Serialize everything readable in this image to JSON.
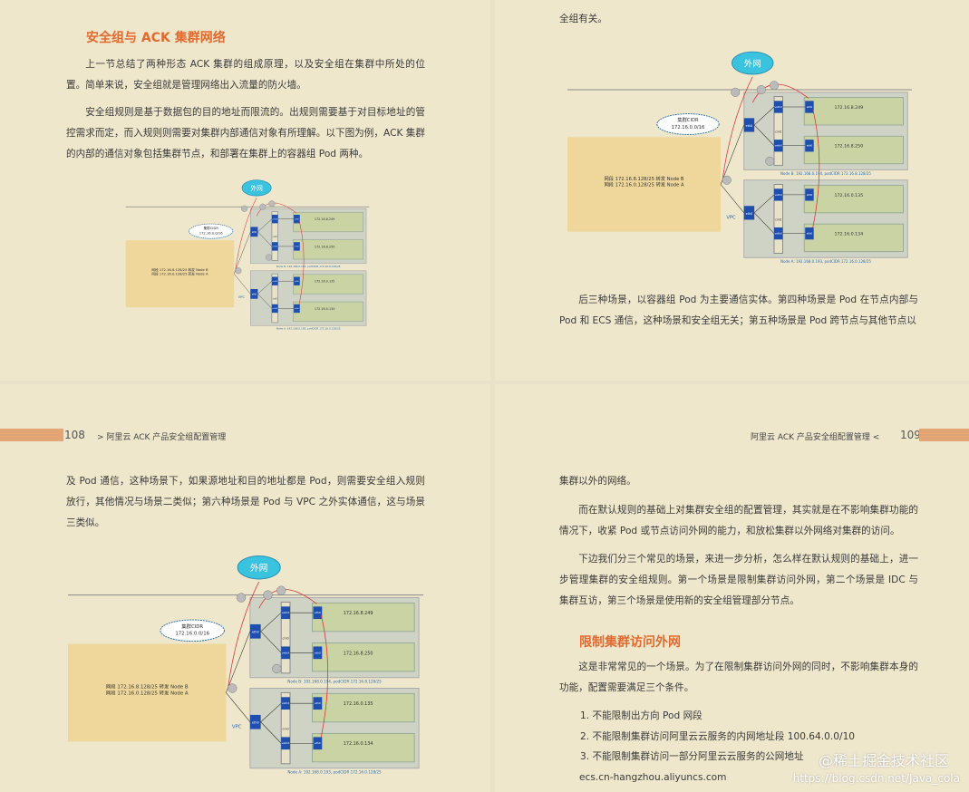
{
  "p1": {
    "heading": "安全组与 ACK 集群网络",
    "para1": "上一节总结了两种形态 ACK 集群的组成原理，以及安全组在集群中所处的位置。简单来说，安全组就是管理网络出入流量的防火墙。",
    "para2": "安全组规则是基于数据包的目的地址而限流的。出规则需要基于对目标地址的管控需求而定，而入规则则需要对集群内部通信对象有所理解。以下图为例，ACK 集群的内部的通信对象包括集群节点，和部署在集群上的容器组 Pod 两种。"
  },
  "p2": {
    "top_text": "全组有关。",
    "para1": "后三种场景，以容器组 Pod 为主要通信实体。第四种场景是 Pod 在节点内部与 Pod 和 ECS 通信，这种场景和安全组无关；第五种场景是 Pod 跨节点与其他节点以"
  },
  "p3": {
    "page_number": "108",
    "header_title": ">   阿里云 ACK 产品安全组配置管理",
    "para1": "及 Pod 通信，这种场景下，如果源地址和目的地址都是 Pod，则需要安全组入规则放行，其他情况与场景二类似；第六种场景是 Pod 与 VPC 之外实体通信，这与场景三类似。"
  },
  "p4": {
    "page_number": "109",
    "header_title": "阿里云 ACK 产品安全组配置管理   <",
    "para1": "集群以外的网络。",
    "para2": "而在默认规则的基础上对集群安全组的配置管理，其实就是在不影响集群功能的情况下，收紧 Pod 或节点访问外网的能力，和放松集群以外网络对集群的访问。",
    "para3": "下边我们分三个常见的场景，来进一步分析，怎么样在默认规则的基础上，进一步管理集群的安全组规则。第一个场景是限制集群访问外网，第二个场景是 IDC 与集群互访，第三个场景是使用新的安全组管理部分节点。",
    "heading": "限制集群访问外网",
    "para4": "这是非常常见的一个场景。为了在限制集群访问外网的同时，不影响集群本身的功能，配置需要满足三个条件。",
    "list": [
      "1.  不能限制出方向 Pod 网段",
      "2.  不能限制集群访问阿里云云服务的内网地址段 100.64.0.0/10",
      "3.  不能限制集群访问一部分阿里云云服务的公网地址"
    ],
    "last_line": "ecs.cn-hangzhou.aliyuncs.com"
  },
  "diagram": {
    "internet": "外网",
    "cidr_label": "集群CIDR",
    "cidr_value": "172.16.0.0/16",
    "route1": "网段 172.16.8.128/25 转发 Node B",
    "route2": "网段 172.16.0.128/25 转发 Node A",
    "vpc": "VPC",
    "nodeB_label": "Node B: 192.168.0.194, podCIDR 172.16.8.128/25",
    "nodeA_label": "Node A: 192.168.0.193, podCIDR 172.16.0.128/25",
    "eth0": "eth0",
    "veth": "vethX",
    "cni0": "cni0 (bridge)",
    "ipB1": "172.16.8.249",
    "ipB2": "172.16.8.250",
    "ipA1": "172.16.0.135",
    "ipA2": "172.16.0.134"
  },
  "watermark": {
    "text1": "@稀土掘金技术社区",
    "text2": "https://blog.csdn.net/Java_cola"
  },
  "colors": {
    "accent": "#e36a2e",
    "header_bar": "#e3a476",
    "page_bg": "#efe7cc",
    "node_bg": "#cfd3c6",
    "pod_green": "#c9d3a3",
    "route_box": "#efd79b",
    "cloud": "#3ac3df",
    "chip_blue": "#1f4fae"
  }
}
